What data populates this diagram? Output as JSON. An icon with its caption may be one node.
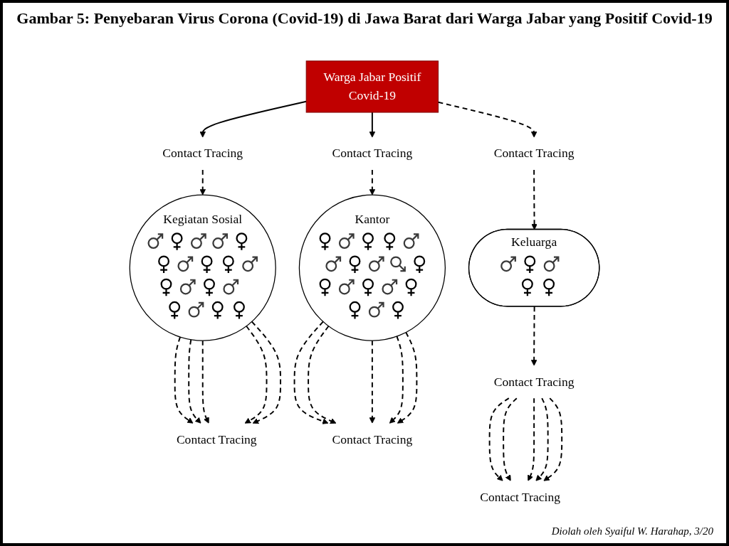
{
  "diagram": {
    "title": "Gambar 5: Penyebaran Virus Corona (Covid-19) di Jawa Barat dari Warga Jabar yang Positif Covid-19",
    "caption": "Diolah oleh Syaiful W. Harahap, 3/20",
    "nodes": [
      {
        "text": [
          "Warga Jabar Positif Covid-19"
        ]
      },
      {
        "text": [
          "Contact Tracing"
        ]
      },
      {
        "text": [
          "Contact Tracing"
        ]
      },
      {
        "text": [
          "Contact Tracing"
        ]
      },
      {
        "text": [
          "Kegiatan Sosial"
        ]
      },
      {
        "text": [
          "Keluarga"
        ]
      },
      {
        "text": [
          "Kantor"
        ]
      },
      {
        "text": [
          "Contact Tracing"
        ]
      },
      {
        "text": [
          "Contact Tracing"
        ]
      },
      {
        "text": [
          "Contact Tracing"
        ]
      },
      {
        "text": [
          "Contact Tracing"
        ]
      }
    ],
    "edges": [
      {
        "from": 0,
        "to": 1,
        "arrow": "to"
      },
      {
        "from": 0,
        "to": 2,
        "arrow": "to",
        "style": "dashed"
      },
      {
        "from": 0,
        "to": 3,
        "arrow": "to"
      },
      {
        "from": 1,
        "to": 4,
        "arrow": "to",
        "style": "dashed"
      },
      {
        "from": 2,
        "to": 5,
        "arrow": "to",
        "style": "dashed"
      },
      {
        "from": 3,
        "to": 6,
        "arrow": "to",
        "style": "dashed"
      },
      {
        "from": 5,
        "to": 7,
        "arrow": "to",
        "style": "dashed"
      },
      {
        "from": 4,
        "to": 8,
        "arrow": "to",
        "style": "dashed"
      },
      {
        "from": 4,
        "to": 8,
        "arrow": "to",
        "style": "dashed"
      },
      {
        "from": 4,
        "to": 8,
        "arrow": "to",
        "style": "dashed"
      },
      {
        "from": 4,
        "to": 8,
        "arrow": "to",
        "style": "dashed"
      },
      {
        "from": 4,
        "to": 8,
        "arrow": "to",
        "style": "dashed"
      },
      {
        "from": 7,
        "to": 9,
        "arrow": "to",
        "style": "dashed"
      },
      {
        "from": 7,
        "to": 9,
        "arrow": "to",
        "style": "dashed"
      },
      {
        "from": 7,
        "to": 9,
        "arrow": "to",
        "style": "dashed"
      },
      {
        "from": 7,
        "to": 9,
        "arrow": "to",
        "style": "dashed"
      },
      {
        "from": 7,
        "to": 9,
        "arrow": "to",
        "style": "dashed"
      },
      {
        "from": 6,
        "to": 10,
        "arrow": "to",
        "style": "dashed"
      },
      {
        "from": 6,
        "to": 10,
        "arrow": "to",
        "style": "dashed"
      },
      {
        "from": 6,
        "to": 10,
        "arrow": "to",
        "style": "dashed"
      },
      {
        "from": 6,
        "to": 10,
        "arrow": "to",
        "style": "dashed"
      },
      {
        "from": 6,
        "to": 10,
        "arrow": "to",
        "style": "dashed"
      }
    ]
  }
}
